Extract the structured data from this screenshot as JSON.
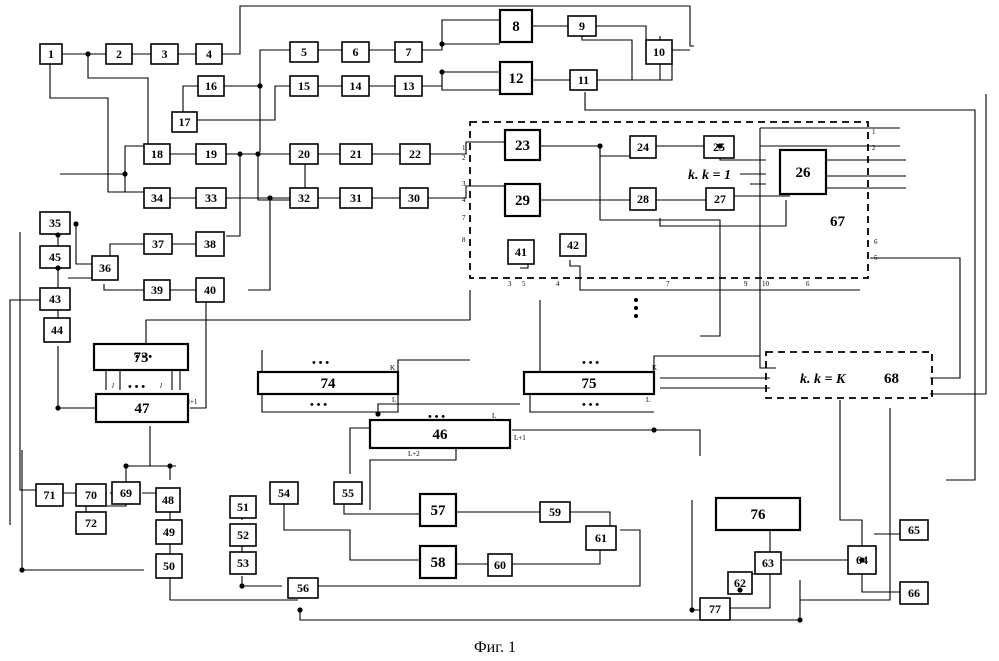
{
  "caption": "Фиг. 1",
  "modules": [
    {
      "id": "m67",
      "label": "67",
      "title": "k. k = 1"
    },
    {
      "id": "m68",
      "label": "68",
      "title": "k. k = K"
    }
  ],
  "dots_vertical": "•\n•\n•",
  "blocks": [
    {
      "n": "1"
    },
    {
      "n": "2"
    },
    {
      "n": "3"
    },
    {
      "n": "4"
    },
    {
      "n": "5"
    },
    {
      "n": "6"
    },
    {
      "n": "7"
    },
    {
      "n": "8"
    },
    {
      "n": "9"
    },
    {
      "n": "10"
    },
    {
      "n": "11"
    },
    {
      "n": "12"
    },
    {
      "n": "13"
    },
    {
      "n": "14"
    },
    {
      "n": "15"
    },
    {
      "n": "16"
    },
    {
      "n": "17"
    },
    {
      "n": "18"
    },
    {
      "n": "19"
    },
    {
      "n": "20"
    },
    {
      "n": "21"
    },
    {
      "n": "22"
    },
    {
      "n": "23"
    },
    {
      "n": "24"
    },
    {
      "n": "25"
    },
    {
      "n": "26"
    },
    {
      "n": "27"
    },
    {
      "n": "28"
    },
    {
      "n": "29"
    },
    {
      "n": "30"
    },
    {
      "n": "31"
    },
    {
      "n": "32"
    },
    {
      "n": "33"
    },
    {
      "n": "34"
    },
    {
      "n": "35"
    },
    {
      "n": "36"
    },
    {
      "n": "37"
    },
    {
      "n": "38"
    },
    {
      "n": "39"
    },
    {
      "n": "40"
    },
    {
      "n": "41"
    },
    {
      "n": "42"
    },
    {
      "n": "43"
    },
    {
      "n": "44"
    },
    {
      "n": "45"
    },
    {
      "n": "46"
    },
    {
      "n": "47"
    },
    {
      "n": "48"
    },
    {
      "n": "49"
    },
    {
      "n": "50"
    },
    {
      "n": "51"
    },
    {
      "n": "52"
    },
    {
      "n": "53"
    },
    {
      "n": "54"
    },
    {
      "n": "55"
    },
    {
      "n": "56"
    },
    {
      "n": "57"
    },
    {
      "n": "58"
    },
    {
      "n": "59"
    },
    {
      "n": "60"
    },
    {
      "n": "61"
    },
    {
      "n": "62"
    },
    {
      "n": "63"
    },
    {
      "n": "64"
    },
    {
      "n": "65"
    },
    {
      "n": "66"
    },
    {
      "n": "69"
    },
    {
      "n": "70"
    },
    {
      "n": "71"
    },
    {
      "n": "72"
    },
    {
      "n": "73"
    },
    {
      "n": "74"
    },
    {
      "n": "75"
    },
    {
      "n": "76"
    },
    {
      "n": "77"
    }
  ],
  "bus_labels": {
    "b73": "• • •",
    "b74": "• • •",
    "b75": "• • •",
    "b46": "• • •",
    "b47": "• • •",
    "under74": "• • •",
    "under75": "• • •"
  },
  "port_text": {
    "K": "K",
    "L": "L",
    "l": "l",
    "lp1": "l+1",
    "Lp1": "L+1",
    "Lp2": "L+2",
    "p1": "1",
    "p2": "2",
    "p3": "3",
    "p4": "4",
    "p5": "5",
    "p6": "6",
    "p7": "7",
    "p8": "8",
    "p9": "9",
    "p10": "10"
  }
}
